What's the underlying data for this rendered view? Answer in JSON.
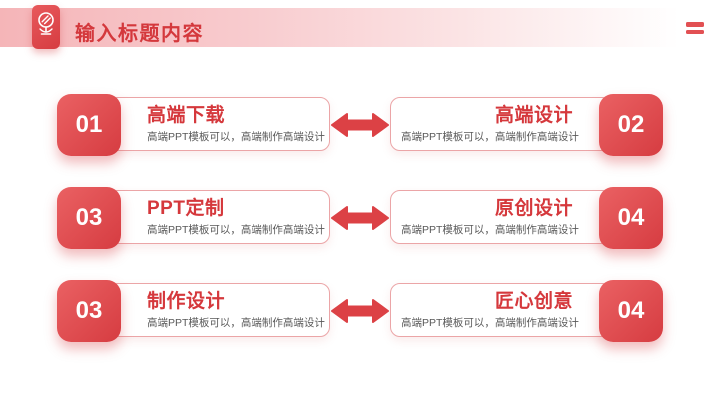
{
  "header": {
    "title": "输入标题内容",
    "icon": "mirror-icon",
    "menu_icon": "menu-equals-icon"
  },
  "colors": {
    "accent_red": "#d63c41",
    "title_red": "#d5383c",
    "header_pink": "#f5b5b8",
    "card_border": "#eba5a7",
    "desc_gray": "#595959",
    "badge_gradient_start": "#ea6163",
    "badge_gradient_end": "#d63c41"
  },
  "rows": [
    {
      "left": {
        "number": "01",
        "title": "高端下载",
        "desc": "高端PPT模板可以，高端制作高端设计"
      },
      "right": {
        "number": "02",
        "title": "高端设计",
        "desc": "高端PPT模板可以，高端制作高端设计"
      }
    },
    {
      "left": {
        "number": "03",
        "title": "PPT定制",
        "desc": "高端PPT模板可以，高端制作高端设计"
      },
      "right": {
        "number": "04",
        "title": "原创设计",
        "desc": "高端PPT模板可以，高端制作高端设计"
      }
    },
    {
      "left": {
        "number": "03",
        "title": "制作设计",
        "desc": "高端PPT模板可以，高端制作高端设计"
      },
      "right": {
        "number": "04",
        "title": "匠心创意",
        "desc": "高端PPT模板可以，高端制作高端设计"
      }
    }
  ]
}
